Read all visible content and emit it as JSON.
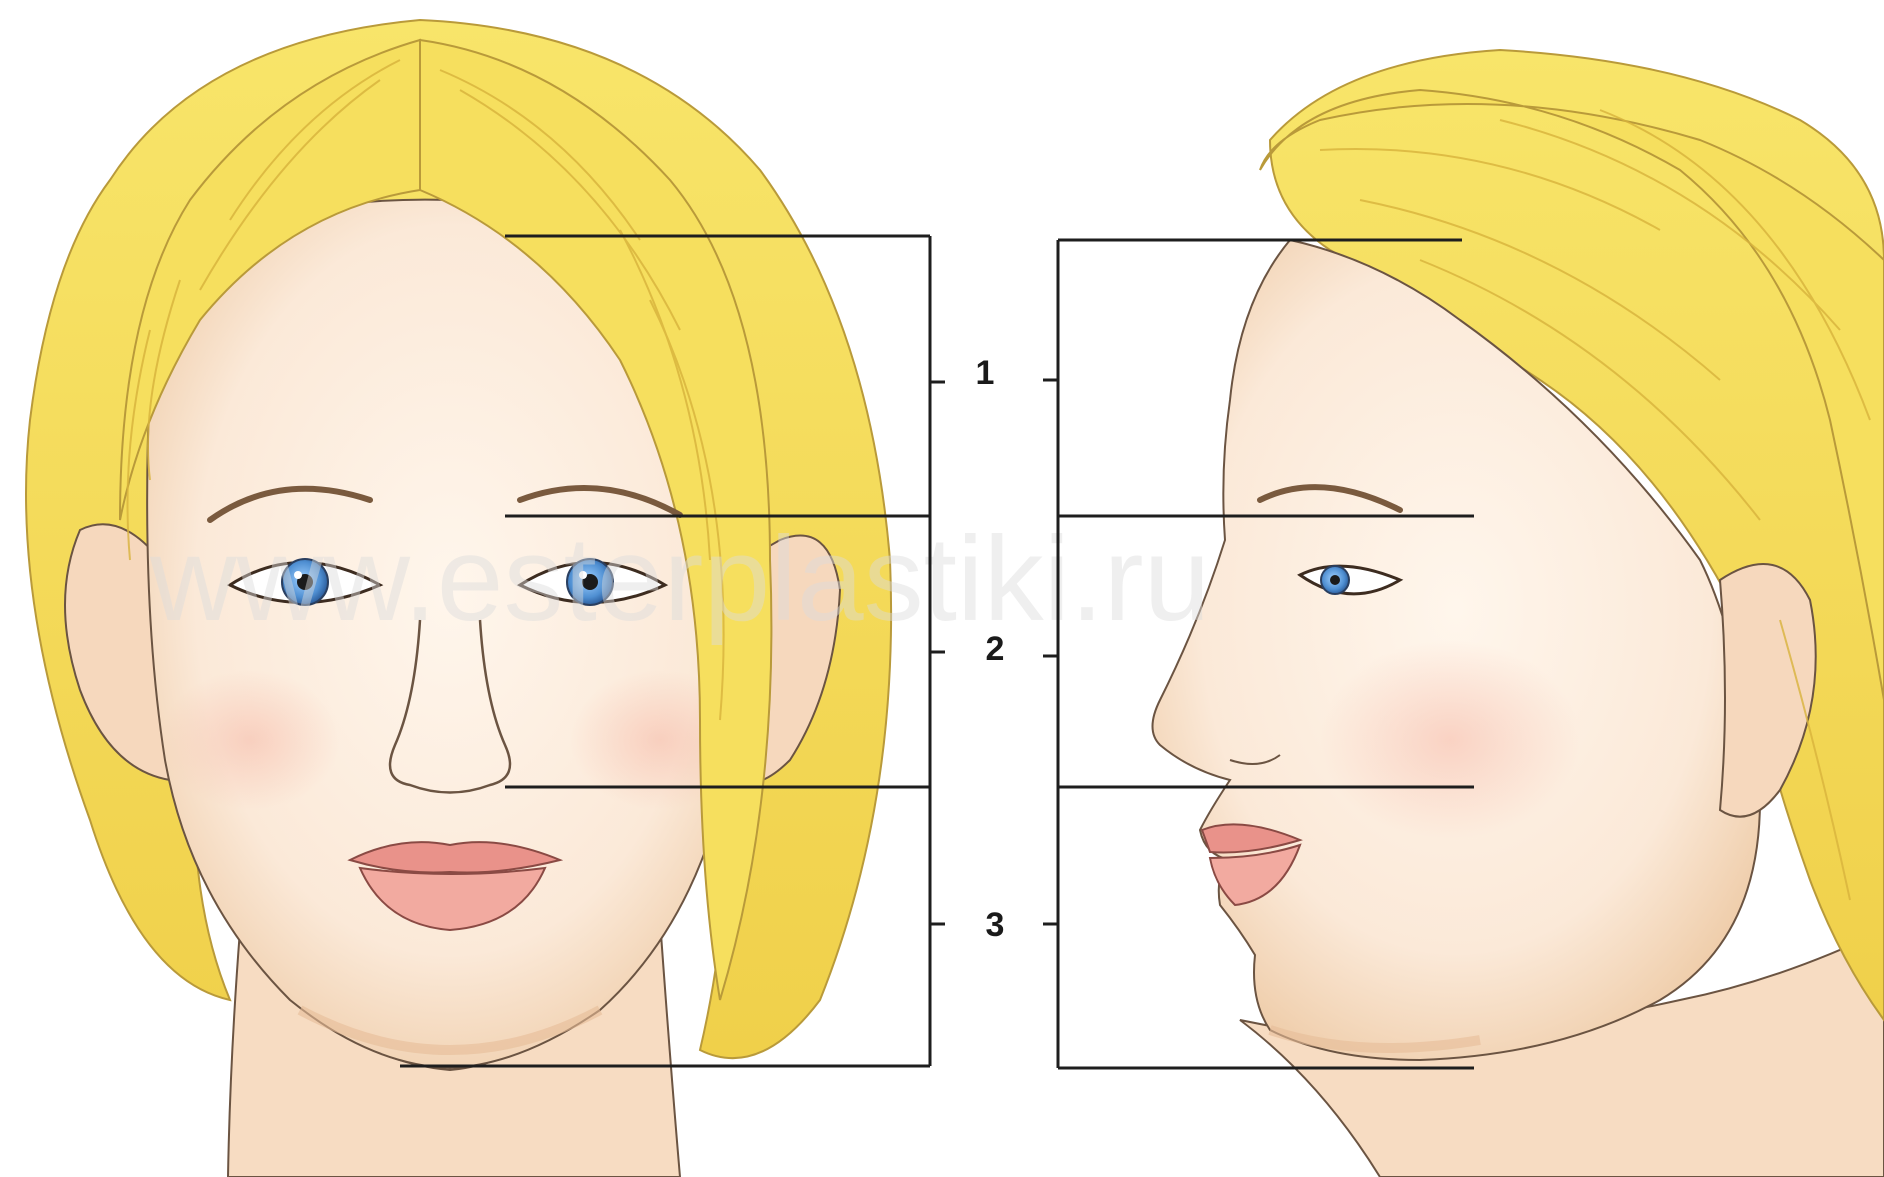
{
  "diagram": {
    "section_labels": [
      "1",
      "2",
      "3"
    ],
    "watermark_text": "www.esterplastiki.ru",
    "views": [
      "front-view",
      "profile-view"
    ],
    "colors": {
      "hair": "#f3dc57",
      "hair_shadow": "#e2b935",
      "skin": "#fbe9d8",
      "skin_shadow": "#ecc7a4",
      "lips": "#ec9c92",
      "iris": "#5f9fdc",
      "outline": "#5a4636",
      "guide_line": "#1e1e1e"
    }
  }
}
